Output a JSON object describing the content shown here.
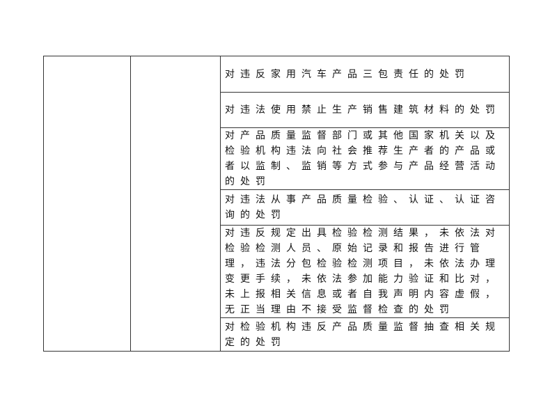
{
  "table": {
    "rows": [
      {
        "text": "对违反家用汽车产品三包责任的处罚"
      },
      {
        "text": "对违法使用禁止生产销售建筑材料的处罚"
      },
      {
        "text": "对产品质量监督部门或其他国家机关以及检验机构违法向社会推荐生产者的产品或者以监制、监销等方式参与产品经营活动的处罚"
      },
      {
        "text": "对违法从事产品质量检验、认证、认证咨询的处罚"
      },
      {
        "text": "对违反规定出具检验检测结果，未依法对检验检测人员、原始记录和报告进行管理，违法分包检验检测项目，未依法办理变更手续，未依法参加能力验证和比对，未上报相关信息或者自我声明内容虚假，无正当理由不接受监督检查的处罚"
      },
      {
        "text": "对检验机构违反产品质量监督抽查相关规定的处罚"
      }
    ]
  }
}
